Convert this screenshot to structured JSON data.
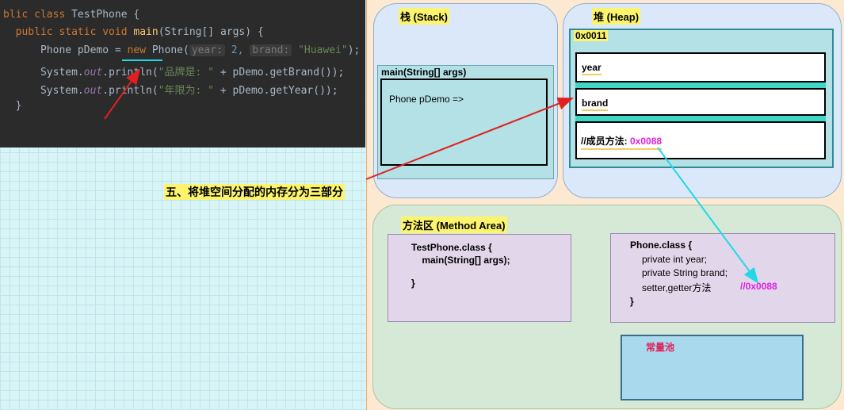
{
  "code": {
    "line1": [
      "blic class TestPhone {"
    ],
    "line2": {
      "kw": "public static void ",
      "fn": "main",
      "rest": "(String[] args) {"
    },
    "line3": {
      "pre": "Phone pDemo = ",
      "kw": "new",
      "cls": " Phone(",
      "hint1": "year:",
      "num": " 2,",
      "hint2": "brand:",
      "str": " \"Huawei\"",
      "end": ");"
    },
    "line4": {
      "pre": "System.",
      "it": "out",
      "mid": ".println(",
      "str": "\"品牌是: \"",
      "end": " + pDemo.getBrand());"
    },
    "line5": {
      "pre": "System.",
      "it": "out",
      "mid": ".println(",
      "str": "\"年限为: \"",
      "end": " + pDemo.getYear());"
    },
    "line6": "}"
  },
  "stack": {
    "title": "栈 (Stack)",
    "frame_title": "main(String[] args)",
    "var": "Phone pDemo =>"
  },
  "heap": {
    "title": "堆 (Heap)",
    "address": "0x0011",
    "fields": [
      "year",
      "brand"
    ],
    "method_label": "//成员方法: ",
    "method_addr": "0x0088"
  },
  "method_area": {
    "title": "方法区 (Method Area)",
    "testphone_lines": [
      "TestPhone.class {",
      "    main(String[] args);",
      "",
      "}"
    ],
    "phone_lines": [
      "Phone.class {",
      "   private int year;",
      "   private String brand;",
      "   setter,getter方法"
    ],
    "phone_close": "}",
    "phone_method_addr": "//0x0088",
    "constant_pool": "常量池"
  },
  "caption": "五、将堆空间分配的内存分为三部分",
  "colors": {
    "highlight": "#fcf46c",
    "magenta": "#e020e0",
    "arrow_red": "#e02020",
    "arrow_cyan": "#20d8ea"
  }
}
